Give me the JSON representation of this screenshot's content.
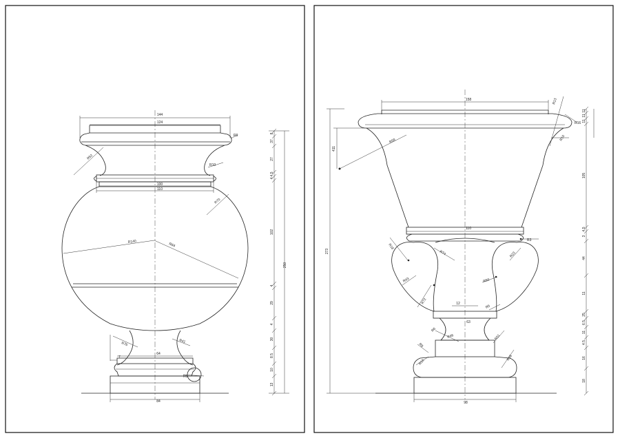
{
  "left_sheet": {
    "width_labels": {
      "top_outer": "144",
      "top_inner": "124",
      "neck_a": "100",
      "neck_b": "110",
      "foot_a": "64",
      "base": "84",
      "small": "7"
    },
    "radius_labels": {
      "lip": "R9",
      "neck_curve": "R52",
      "collar": "R10",
      "shoulder": "R70",
      "body_left": "R140",
      "body_right": "R84",
      "stem_left": "R76",
      "stem_right": "R41",
      "base": "R5"
    },
    "right_dims": [
      "8",
      "37",
      "27",
      "4.5",
      "4",
      "102",
      "4",
      "29",
      "4",
      "30",
      "8.5",
      "10",
      "13"
    ],
    "total_height": "250"
  },
  "right_sheet": {
    "width_labels": {
      "rim": "158",
      "bowl_bottom": "110",
      "knop": "12",
      "stem": "63",
      "base": "98"
    },
    "radius_labels": {
      "flare": "R58",
      "tip_a": "R13",
      "tip_b": "R16",
      "tip_c": "R10",
      "bowl_small": "R3",
      "lobe_left": "R18",
      "lobe_inner": "R74",
      "lobe_right": "R23",
      "lobe_lower_left": "R43",
      "lobe_lower_right": "R50",
      "lobe_bottom": "R72",
      "lobe_tiny": "R5",
      "stem_a": "R6",
      "stem_b": "R46",
      "stem_c": "R51",
      "foot_a": "R9",
      "foot_b": "R16",
      "foot_c": "R16"
    },
    "left_dim": "411",
    "right_dims": [
      "11",
      "11",
      "11",
      "105",
      "4.5",
      "3",
      "44",
      "11",
      "25",
      "6.5",
      "11",
      "4.5",
      "16",
      "18"
    ],
    "total_height": "273"
  }
}
